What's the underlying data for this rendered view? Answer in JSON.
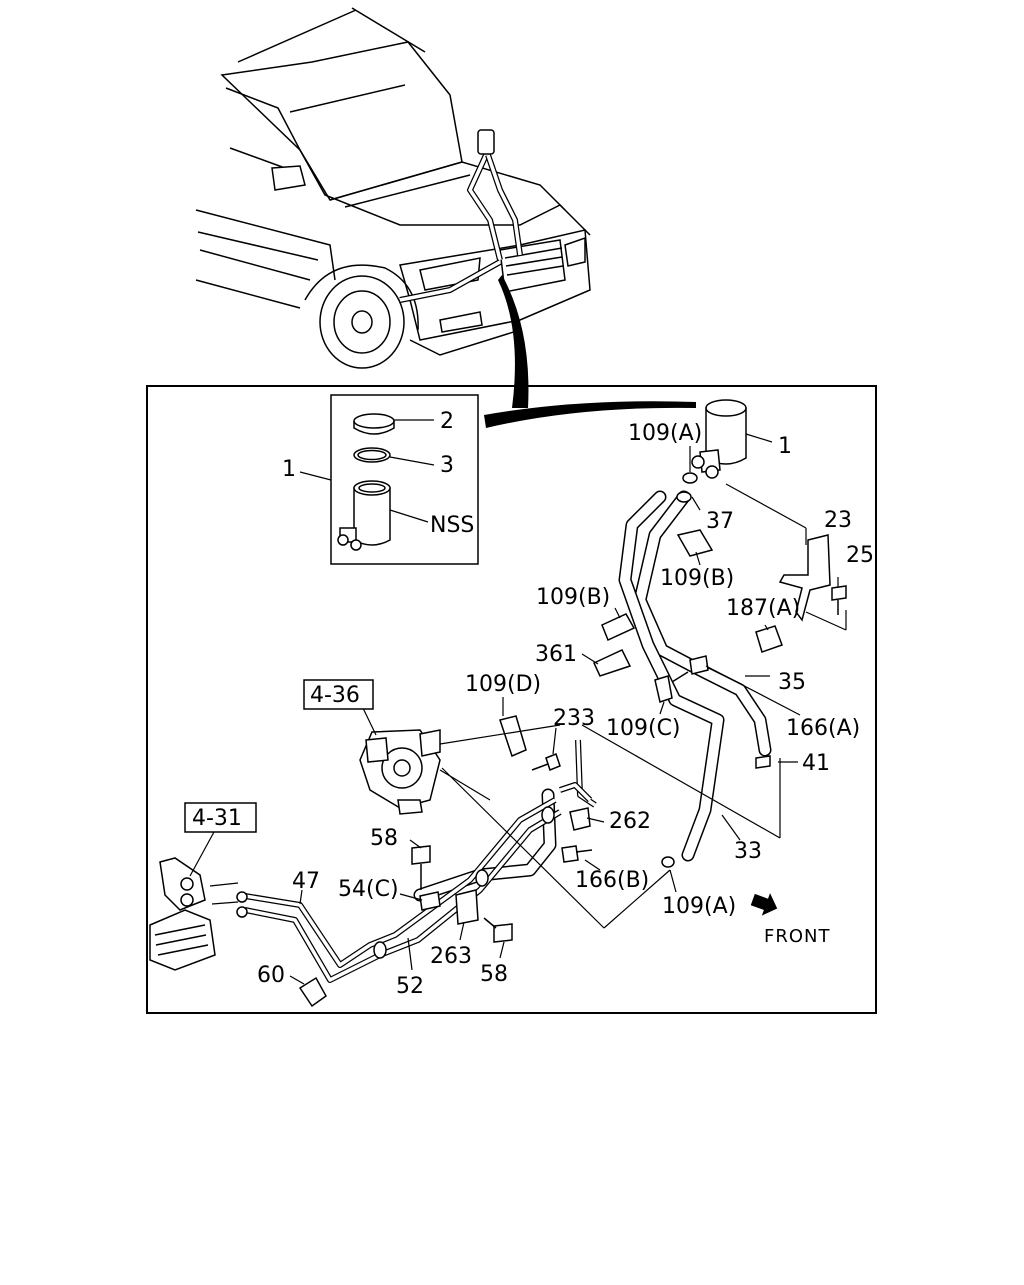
{
  "diagram": {
    "inset_parts": {
      "cap": "2",
      "seal": "3",
      "reservoir_body": "NSS",
      "assembly": "1"
    },
    "callouts": {
      "reservoir": "1",
      "bracket": "23",
      "bolt_25": "25",
      "clip_109a_top": "109(A)",
      "clamp_37": "37",
      "clip_109b_right": "109(B)",
      "clip_109b_left": "109(B)",
      "clip_187a": "187(A)",
      "clip_361": "361",
      "hose_35": "35",
      "bolt_166a": "166(A)",
      "clip_109c": "109(C)",
      "clip_109d": "109(D)",
      "bolt_233": "233",
      "clip_41": "41",
      "bracket_262": "262",
      "hose_33": "33",
      "bolt_166b": "166(B)",
      "clip_109a_bottom": "109(A)",
      "bolt_58_top": "58",
      "clip_54c": "54(C)",
      "pipe_47": "47",
      "pipe_52": "52",
      "bracket_263": "263",
      "bolt_58_bottom": "58",
      "grommet_60": "60"
    },
    "references": {
      "pump": "4-36",
      "gear": "4-31"
    },
    "direction_label": "FRONT"
  }
}
